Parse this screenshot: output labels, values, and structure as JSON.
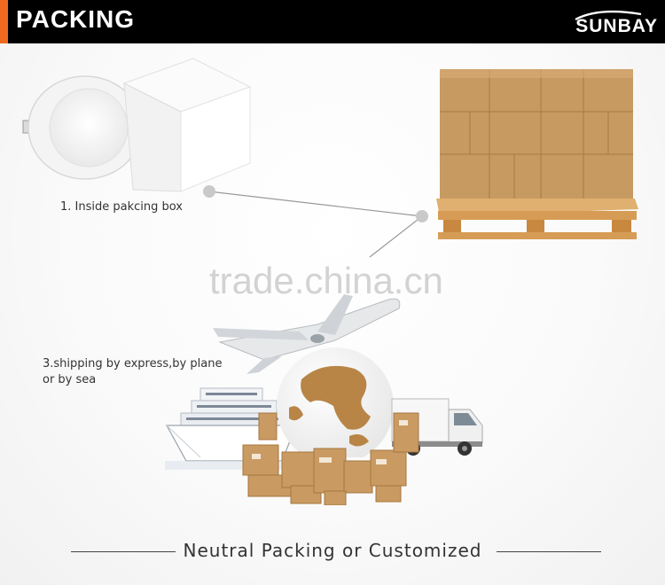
{
  "header": {
    "title": "PACKING",
    "brand": "SUNBAY",
    "accent_color": "#ef6a1f"
  },
  "captions": {
    "inside_box": "1. Inside pakcing box",
    "shipping_line1": "3.shipping by express,by plane",
    "shipping_line2": "or by sea"
  },
  "watermark": "trade.china.cn",
  "footer": {
    "title": "Neutral Packing or Customized"
  },
  "icons": [
    "downlight-image",
    "white-box-image",
    "pallet-boxes-image",
    "airplane-image",
    "ship-image",
    "globe-image",
    "truck-image",
    "carton-boxes-image"
  ]
}
